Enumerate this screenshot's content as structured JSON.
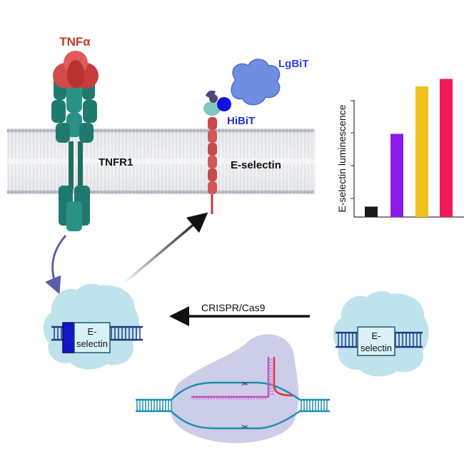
{
  "labels": {
    "tnfa": "TNFα",
    "lgbit": "LgBiT",
    "hibit": "HiBiT",
    "tnfr1": "TNFR1",
    "eselectin_membrane": "E-selectin",
    "crispr": "CRISPR/Cas9",
    "gene_left_line1": "E-",
    "gene_left_line2": "selectin",
    "gene_right_line1": "E-",
    "gene_right_line2": "selectin"
  },
  "colors": {
    "tnfa": "#c0392b",
    "lgbit": "#2d3fe0",
    "hibit": "#2330d8",
    "receptor": "#1f7a6e",
    "eselectin": "#c94a4a",
    "hibit_tag": "#1010e0",
    "membrane": "#c9ccd1",
    "nucleus": "#b9e0ea",
    "dna_blue": "#1e3a8a",
    "arrow_curve": "#5b5ea6"
  },
  "chart_data": {
    "type": "bar",
    "ylabel": "E-selectin luminescence",
    "xlabel": "",
    "categories": [
      "",
      "",
      "",
      ""
    ],
    "values": [
      0.07,
      0.56,
      0.88,
      0.93
    ],
    "bar_colors": [
      "#1a1a1a",
      "#8a1be8",
      "#edc21c",
      "#f0195a"
    ],
    "ylim": [
      0,
      1
    ],
    "grid": false
  }
}
